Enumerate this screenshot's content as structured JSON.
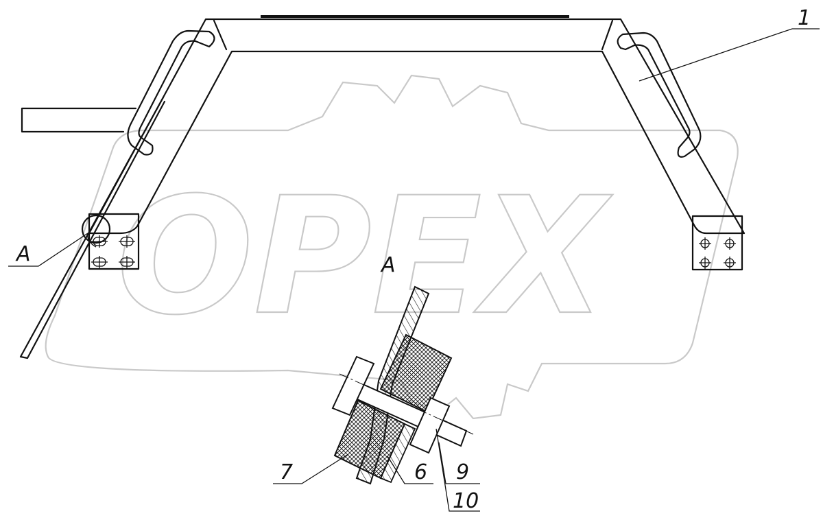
{
  "drawing": {
    "watermark": "OPEX",
    "callouts": {
      "part_1": "1",
      "detail_a": "A",
      "section_a": "A",
      "part_7": "7",
      "part_6": "6",
      "part_9": "9",
      "part_10": "10"
    },
    "colors": {
      "ink": "#111111",
      "watermark": "#c9c9c9",
      "paper": "#ffffff"
    }
  }
}
